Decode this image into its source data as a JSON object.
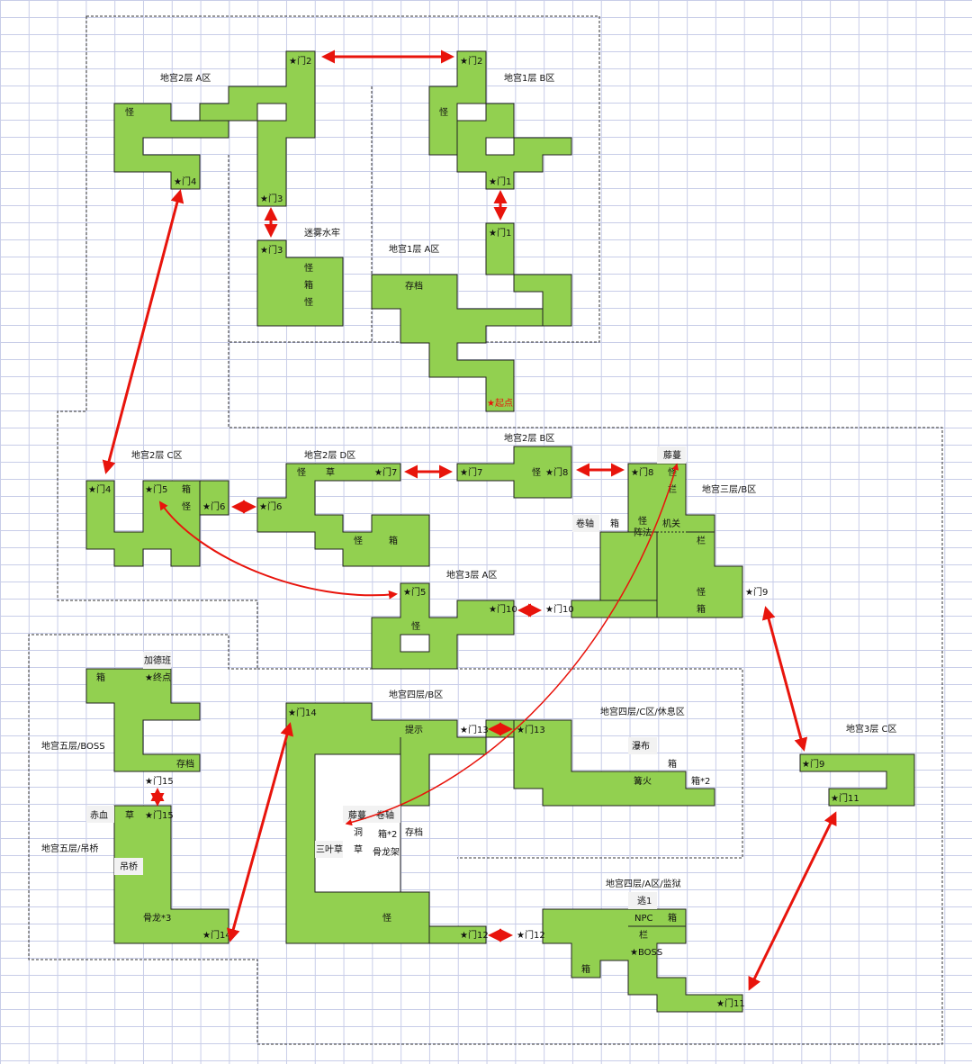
{
  "areas": {
    "b2a": "地宫2层 A区",
    "b1b": "地宫1层 B区",
    "b1a": "地宫1层 A区",
    "mist": "迷雾水牢",
    "b2c": "地宫2层 C区",
    "b2d": "地宫2层 D区",
    "b2b": "地宫2层 B区",
    "b3b": "地宫三层/B区",
    "b3a": "地宫3层 A区",
    "b4b": "地宫四层/B区",
    "b4c": "地宫四层/C区/休息区",
    "b3c": "地宫3层 C区",
    "b4a": "地宫四层/A区/监狱",
    "b5boss": "地宫五层/BOSS",
    "b5bridge": "地宫五层/吊桥"
  },
  "doors": {
    "d2a": "★门2",
    "d2b": "★门2",
    "d1a": "★门1",
    "d1b": "★门1",
    "d3a": "★门3",
    "d3b": "★门3",
    "d4a": "★门4",
    "d4b": "★门4",
    "d5a": "★门5",
    "d5b": "★门5",
    "d6a": "★门6",
    "d6b": "★门6",
    "d7a": "★门7",
    "d7b": "★门7",
    "d8a": "★门8",
    "d9a": "★门9",
    "d9b": "★门9",
    "d10a": "★门10",
    "d10b": "★门10",
    "d11a": "★门11",
    "d11b": "★门11",
    "d12a": "★门12",
    "d12b": "★门12",
    "d13a": "★门13",
    "d13b": "★门13",
    "d14a": "★门14",
    "d14b": "★门14",
    "d15a": "★门15",
    "d15b": "★门15"
  },
  "markers": {
    "start": "★起点",
    "monster": "怪",
    "chest": "箱",
    "save": "存档",
    "grass": "草",
    "hint": "提示",
    "vine": "藤蔓",
    "scroll": "卷轴",
    "fence": "栏",
    "trap": "阵法",
    "mechanism": "机关",
    "waterfall": "瀑布",
    "bonfire": "篝火",
    "chest_x2": "箱*2",
    "cave": "洞",
    "clover": "三叶草",
    "dragon_rack": "骨龙架",
    "escape1": "逃1",
    "npc": "NPC",
    "boss": "★BOSS",
    "jiadeban": "加德班",
    "end": "★终点",
    "red_blood": "赤血",
    "bridge": "吊桥",
    "bone_dragon_x3": "骨龙*3"
  },
  "colors": {
    "room": "#92d050",
    "arrow": "#e8140c",
    "grid": "#c8cde8"
  }
}
